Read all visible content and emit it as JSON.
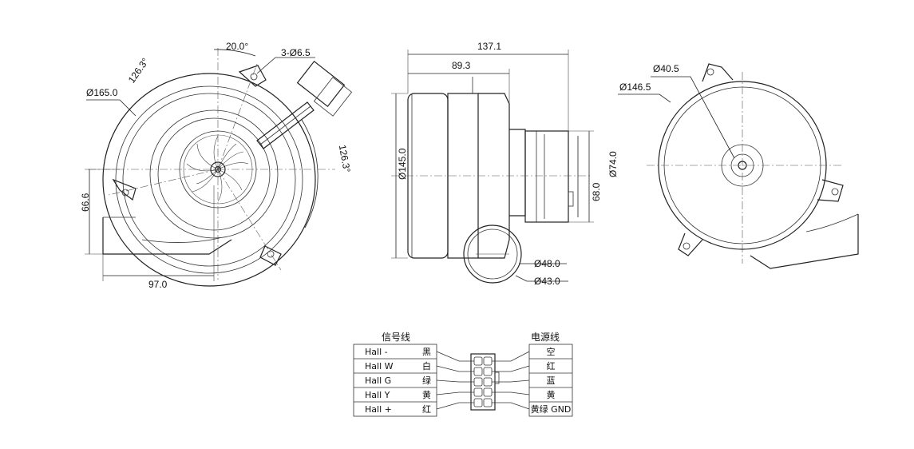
{
  "front_view": {
    "dims": {
      "outer_diameter": "Ø165.0",
      "angle_top": "20.0°",
      "holes": "3-Ø6.5",
      "angle_left": "126.3°",
      "angle_right": "126.3°",
      "height": "66.6",
      "width": "97.0"
    }
  },
  "side_view": {
    "dims": {
      "overall_length": "137.1",
      "body_length": "89.3",
      "body_diameter": "Ø145.0",
      "hub_diameter": "Ø74.0",
      "hub_height": "68.0",
      "outlet_outer": "Ø48.0",
      "outlet_inner": "Ø43.0"
    }
  },
  "rear_view": {
    "dims": {
      "hub": "Ø40.5",
      "body": "Ø146.5"
    }
  },
  "wiring": {
    "signal_header": "信号线",
    "power_header": "电源线",
    "signal_rows": [
      {
        "name": "Hall  -",
        "color": "黑"
      },
      {
        "name": "Hall  W",
        "color": "白"
      },
      {
        "name": "Hall  G",
        "color": "绿"
      },
      {
        "name": "Hall  Y",
        "color": "黄"
      },
      {
        "name": "Hall  +",
        "color": "红"
      }
    ],
    "power_rows": [
      "空",
      "红",
      "蓝",
      "黄",
      "黄绿 GND"
    ]
  }
}
